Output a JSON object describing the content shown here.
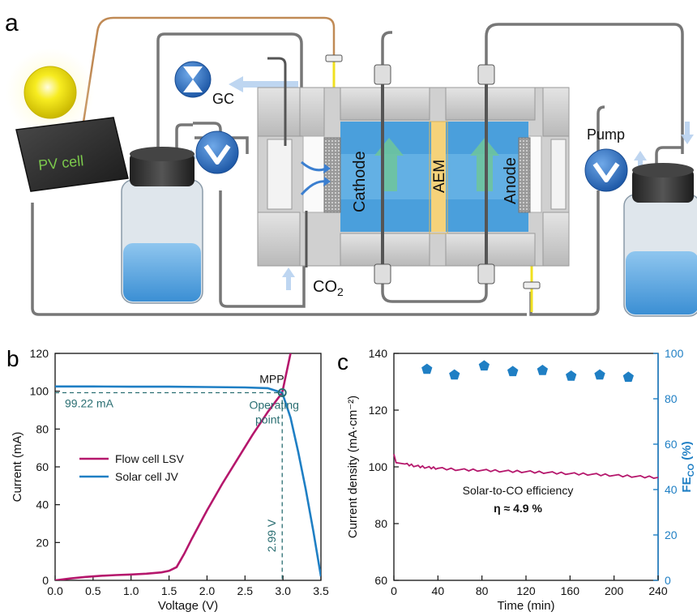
{
  "panel_a": {
    "letter": "a",
    "labels": {
      "pv_cell": "PV cell",
      "gc": "GC",
      "pump": "Pump",
      "cathode": "Cathode",
      "aem": "AEM",
      "anode": "Anode",
      "co2_main": "CO",
      "co2_sub": "2"
    },
    "colors": {
      "electrolyte": "#4a9fdc",
      "membrane": "#f5d27a",
      "pump_valve": "#2f6fc0",
      "sun": "#f2e000",
      "pv_text": "#7cc94c",
      "flow_arrow": "#a9c8ec",
      "green_arrow": "#6fc59a",
      "frame": "#c9c9c9"
    }
  },
  "chart_data": [
    {
      "panel": "b",
      "type": "line",
      "xlabel": "Voltage (V)",
      "ylabel": "Current (mA)",
      "xlim": [
        0,
        3.5
      ],
      "ylim": [
        0,
        120
      ],
      "xticks": [
        "0.0",
        "0.5",
        "1.0",
        "1.5",
        "2.0",
        "2.5",
        "3.0",
        "3.5"
      ],
      "yticks": [
        "0",
        "20",
        "40",
        "60",
        "80",
        "100",
        "120"
      ],
      "legend_position": "center-left",
      "series": [
        {
          "name": "Flow cell LSV",
          "color": "#b5176c",
          "x": [
            0.0,
            0.2,
            0.4,
            0.6,
            0.8,
            1.0,
            1.2,
            1.4,
            1.5,
            1.6,
            1.7,
            1.8,
            2.0,
            2.2,
            2.4,
            2.6,
            2.8,
            2.99,
            3.1
          ],
          "y": [
            0.0,
            1.0,
            1.8,
            2.4,
            2.8,
            3.1,
            3.5,
            4.2,
            5.0,
            7.0,
            14.0,
            22.0,
            37.0,
            51.0,
            64.0,
            77.0,
            89.0,
            99.22,
            120.0
          ]
        },
        {
          "name": "Solar cell JV",
          "color": "#1f7fc4",
          "x": [
            0.0,
            0.5,
            1.0,
            1.5,
            2.0,
            2.5,
            2.8,
            2.99,
            3.1,
            3.2,
            3.3,
            3.4,
            3.5
          ],
          "y": [
            102.5,
            102.5,
            102.4,
            102.4,
            102.2,
            102.0,
            101.6,
            99.22,
            86.0,
            68.0,
            48.0,
            26.0,
            2.0
          ]
        }
      ],
      "annotations": {
        "mpp": "MPP",
        "current_value": "99.22 mA",
        "operating_point": "Operating\npoint",
        "voltage_value": "2.99 V"
      },
      "mpp_point": {
        "x": 2.99,
        "y": 99.22
      }
    },
    {
      "panel": "c",
      "type": "scatter",
      "xlabel": "Time (min)",
      "ylabel_left": "Current density (mA·cm⁻²)",
      "ylabel_right_main": "FE",
      "ylabel_right_sub": "CO",
      "ylabel_right_unit": " (%)",
      "xlim": [
        0,
        240
      ],
      "ylim_left": [
        60,
        140
      ],
      "ylim_right": [
        0,
        100
      ],
      "xticks": [
        "0",
        "40",
        "80",
        "120",
        "160",
        "200",
        "240"
      ],
      "yticks_left": [
        "60",
        "80",
        "100",
        "120",
        "140"
      ],
      "yticks_right": [
        "0",
        "20",
        "40",
        "60",
        "80",
        "100"
      ],
      "series": [
        {
          "name": "Current density",
          "axis": "left",
          "color": "#b5176c",
          "x": [
            0,
            2,
            10,
            20,
            30,
            40,
            60,
            80,
            100,
            120,
            140,
            160,
            180,
            200,
            220,
            240
          ],
          "y": [
            104.5,
            101.5,
            101.0,
            100.3,
            99.8,
            99.5,
            99.0,
            98.8,
            98.5,
            98.3,
            98.0,
            97.6,
            97.4,
            97.0,
            96.6,
            96.3
          ]
        },
        {
          "name": "FE CO",
          "axis": "right",
          "color": "#1f7fc4",
          "x": [
            30,
            55,
            82,
            108,
            135,
            161,
            187,
            213
          ],
          "y": [
            93.0,
            90.5,
            94.5,
            92.0,
            92.5,
            90.0,
            90.5,
            89.5
          ]
        }
      ],
      "annotations": {
        "efficiency_title": "Solar-to-CO efficiency",
        "efficiency_value": "η ≈ 4.9 %"
      }
    }
  ]
}
